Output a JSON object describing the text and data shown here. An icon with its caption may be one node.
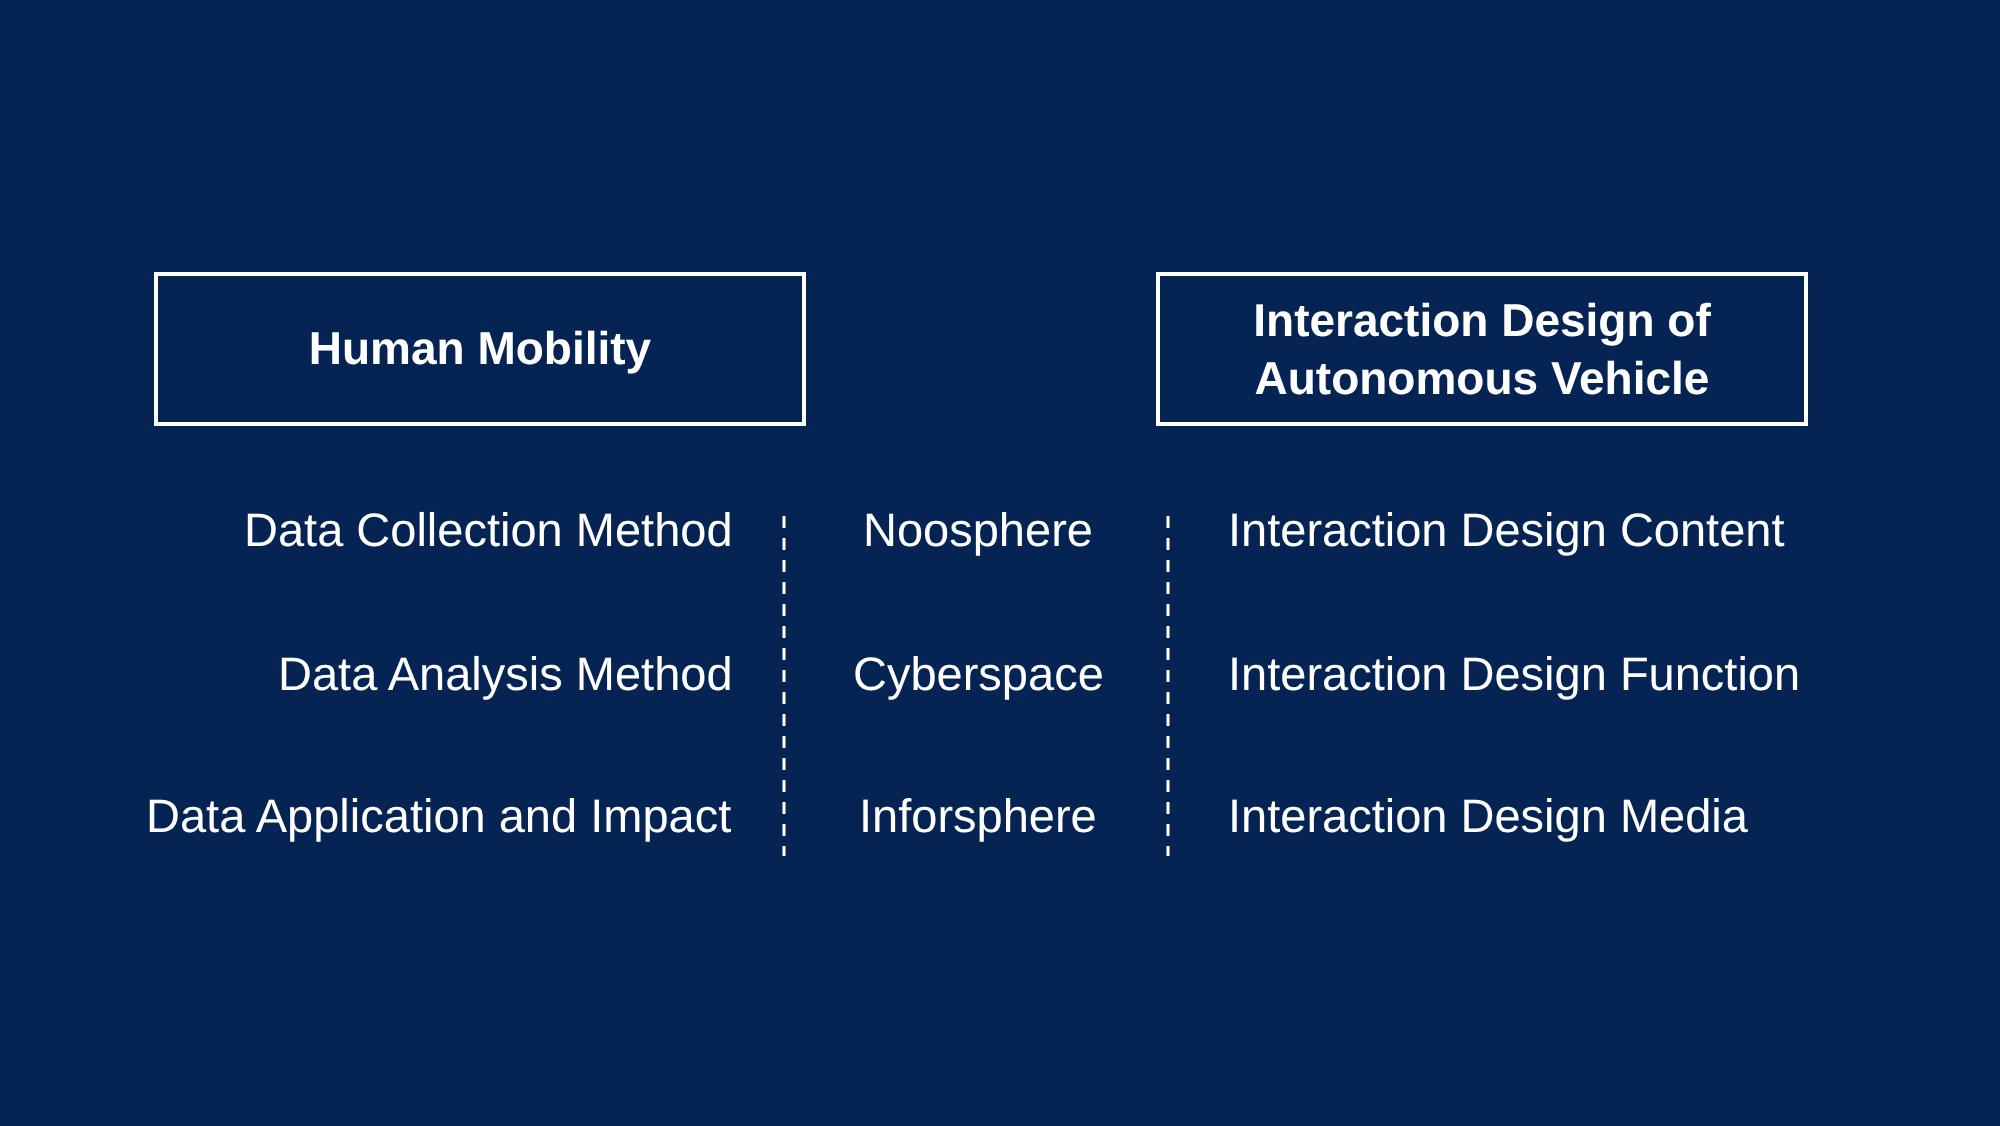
{
  "diagram": {
    "nodes": [
      {
        "text": [
          "Human Mobility"
        ]
      },
      {
        "text": [
          "Interaction Design of Autonomous Vehicle"
        ]
      }
    ],
    "labels": [
      "Data Collection Method",
      "Noosphere",
      "Interaction Design Content",
      "Data Analysis Method",
      "Cyberspace",
      "Interaction Design Function",
      "Data Application and Impact",
      "Inforsphere",
      "Interaction Design Media"
    ]
  }
}
